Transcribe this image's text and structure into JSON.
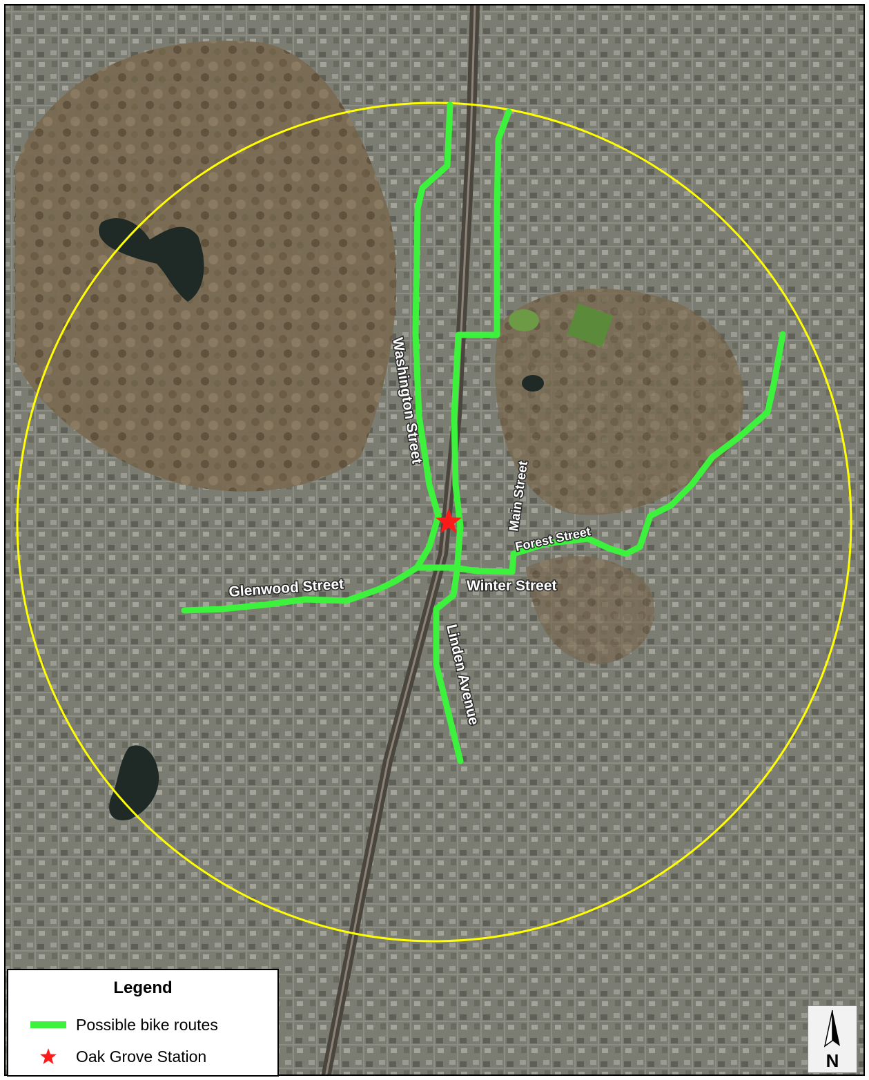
{
  "map": {
    "ring_color": "#ffff00",
    "route_color": "#3df23d",
    "station_color": "#ff1a1a",
    "imagery": "aerial-photo-background"
  },
  "streets": {
    "washington": "Washington Street",
    "main": "Main Street",
    "forest": "Forest Street",
    "glenwood": "Glenwood Street",
    "winter": "Winter Street",
    "linden": "Linden Avenue"
  },
  "legend": {
    "title": "Legend",
    "items": [
      {
        "label": "Possible bike routes",
        "symbol": "green-line"
      },
      {
        "label": "Oak Grove Station",
        "symbol": "red-star"
      }
    ]
  },
  "north_arrow": {
    "letter": "N"
  }
}
